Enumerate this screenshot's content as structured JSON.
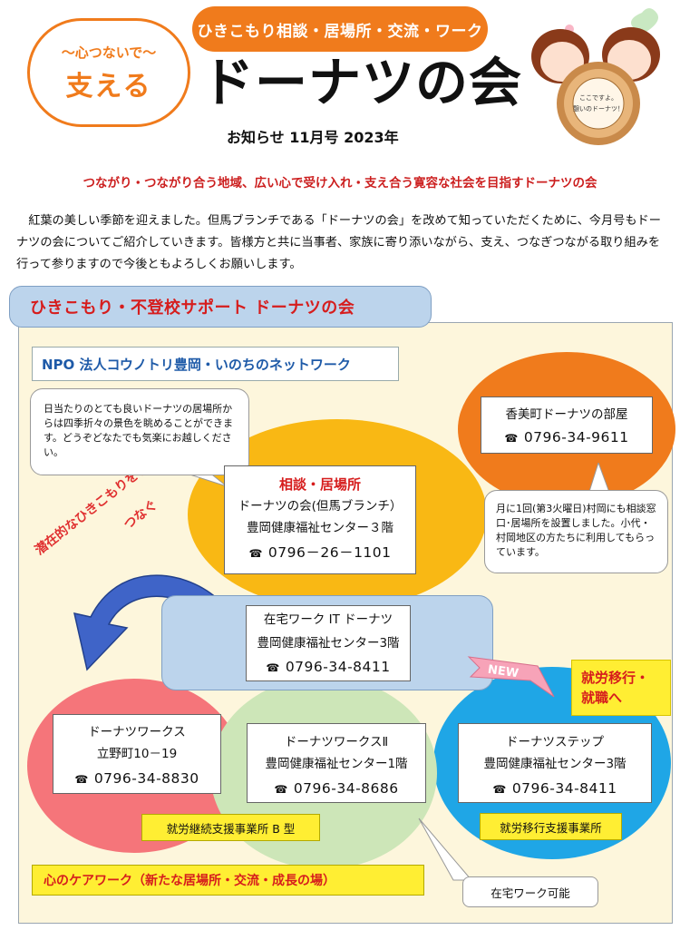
{
  "header": {
    "pill": "ひきこもり相談・居場所・交流・ワーク",
    "badge_sub": "〜心つないで〜",
    "badge_main": "支える",
    "title": "ドーナツの会",
    "issue": "お知らせ 11月号 2023年",
    "illustration_text_1": "ここですよ。",
    "illustration_text_2": "憩いのドーナツ！"
  },
  "slogan": "つながり・つながり合う地域、広い心で受け入れ・支え合う寛容な社会を目指すドーナツの会",
  "intro": "紅葉の美しい季節を迎えました。但馬ブランチである「ドーナツの会」を改めて知っていただくために、今月号もドーナツの会についてご紹介していきます。皆様方と共に当事者、家族に寄り添いながら、支え、つなぎつながる取り組みを行って参りますので今後ともよろしくお願いします。",
  "section": {
    "tab": "ひきこもり・不登校サポート ドーナツの会",
    "npo": "NPO 法人コウノトリ豊岡・いのちのネットワーク",
    "callout_left": "日当たりのとても良いドーナツの居場所からは四季折々の景色を眺めることができます。どうぞどなたでも気楽にお越しください。",
    "callout_right": "月に1回(第3火曜日)村岡にも相談窓口･居場所を設置しました。小代・村岡地区の方たちに利用してもらっています。",
    "diag_line1": "潜在的なひきこもりを、",
    "diag_line2": "つなぐ",
    "new_label": "NEW",
    "move_line1": "就労移行・",
    "move_line2": "就職へ",
    "tag_b": "就労継続支援事業所 B 型",
    "tag_shuro": "就労移行支援事業所",
    "tag_care": "心のケアワーク（新たな居場所・交流・成長の場）",
    "tag_remote": "在宅ワーク可能"
  },
  "tel_icon": "☎",
  "cards": {
    "soudan": {
      "title": "相談・居場所",
      "line1": "ドーナツの会(但馬ブランチ）",
      "line2": "豊岡健康福祉センター３階",
      "phone": "0796－26－1101"
    },
    "kami": {
      "line1": "香美町ドーナツの部屋",
      "phone": "0796-34-9611"
    },
    "it": {
      "line1": "在宅ワーク IT ドーナツ",
      "line2": "豊岡健康福祉センター3階",
      "phone": "0796-34-8411"
    },
    "works": {
      "line1": "ドーナツワークス",
      "line2": "立野町10－19",
      "phone": "0796-34-8830"
    },
    "works2": {
      "line1": "ドーナツワークスⅡ",
      "line2": "豊岡健康福祉センター1階",
      "phone": "0796-34-8686"
    },
    "step": {
      "line1": "ドーナツステップ",
      "line2": "豊岡健康福祉センター3階",
      "phone": "0796-34-8411"
    }
  },
  "colors": {
    "orange": "#f07b1c",
    "red": "#d61d1d",
    "blue_tab": "#bcd4ec",
    "yellow": "#ffee33",
    "circle_yellow": "#f9b814",
    "circle_pink": "#f5757a",
    "circle_green": "#cde6b8",
    "circle_blue": "#1fa6e6"
  }
}
